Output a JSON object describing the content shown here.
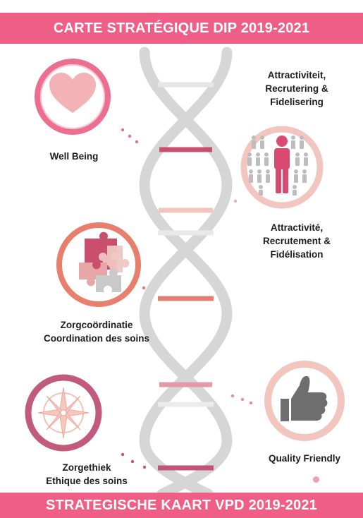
{
  "header": {
    "title": "CARTE STRATÉGIQUE DIP 2019-2021"
  },
  "footer": {
    "title": "STRATEGISCHE KAART VPD 2019-2021"
  },
  "themes": {
    "wellbeing": {
      "line1": "Well Being",
      "icon": "heart-icon"
    },
    "attract_nl": {
      "line1": "Attractiviteit,",
      "line2": "Recrutering &",
      "line3": "Fidelisering"
    },
    "attract_fr": {
      "line1": "Attractivité,",
      "line2": "Recrutement &",
      "line3": "Fidélisation",
      "icon": "crowd-person-icon"
    },
    "coordination": {
      "line1": "Zorgcoördinatie",
      "line2": "Coordination des soins",
      "icon": "puzzle-icon"
    },
    "quality": {
      "line1": "Quality Friendly",
      "icon": "thumbs-up-icon"
    },
    "ethics": {
      "line1": "Zorgethiek",
      "line2": "Ethique des soins",
      "icon": "compass-rose-icon"
    }
  },
  "colors": {
    "banner": "#ee5e86",
    "helix": "#d8d8d8",
    "rung_dark": "#c94f6f",
    "rung_mid": "#e07f73",
    "rung_light": "#f2c6be",
    "ring_pink": "#ec6f8f",
    "ring_salmon": "#e6806c",
    "ring_rose": "#c25a7c"
  }
}
